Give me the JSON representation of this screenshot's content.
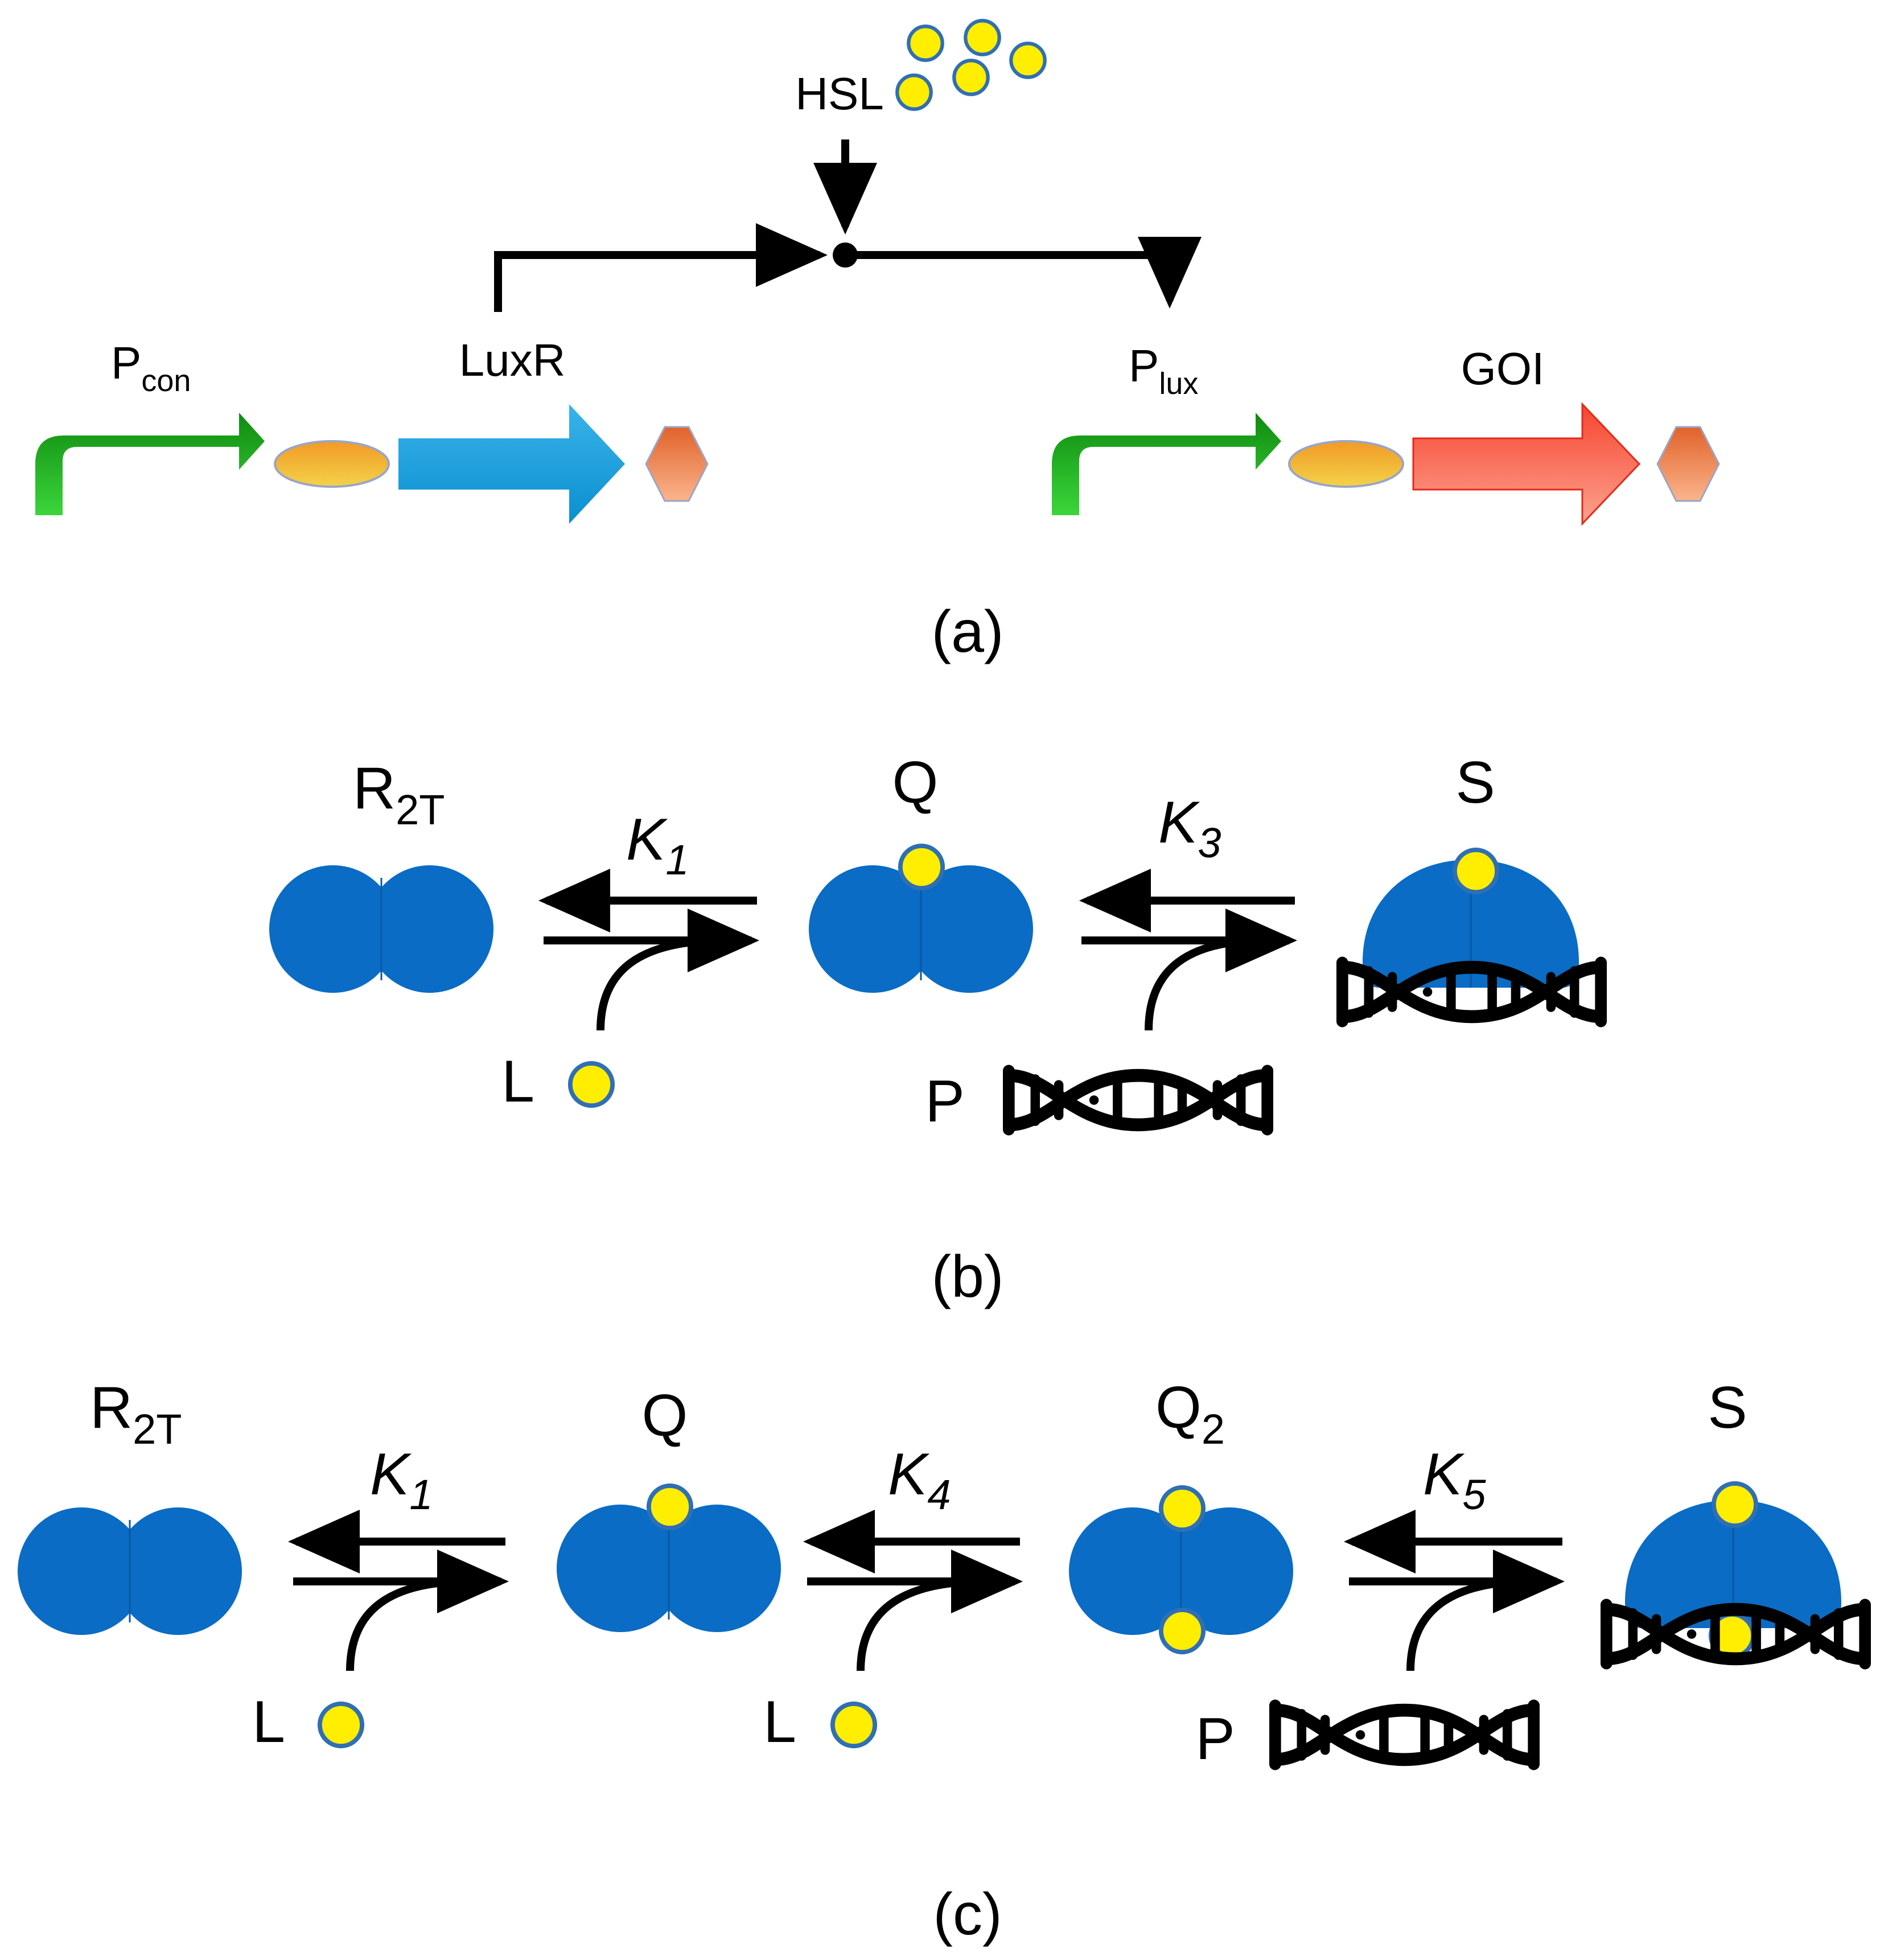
{
  "panel_a": {
    "caption": "(a)",
    "hsl_label": "HSL",
    "pcon_label": {
      "base": "P",
      "sub": "con"
    },
    "luxr_label": "LuxR",
    "plux_label": {
      "base": "P",
      "sub": "lux"
    },
    "goi_label": "GOI"
  },
  "panel_b": {
    "caption": "(b)",
    "r2t_label": {
      "base": "R",
      "sub": "2T"
    },
    "q_label": "Q",
    "s_label": "S",
    "k1_label": {
      "base": "K",
      "sub": "1"
    },
    "k3_label": {
      "base": "K",
      "sub": "3"
    },
    "l_label": "L",
    "p_label": "P"
  },
  "panel_c": {
    "caption": "(c)",
    "r2t_label": {
      "base": "R",
      "sub": "2T"
    },
    "q_label": "Q",
    "q2_label": {
      "base": "Q",
      "sub": "2"
    },
    "s_label": "S",
    "k1_label": {
      "base": "K",
      "sub": "1"
    },
    "k4_label": {
      "base": "K",
      "sub": "4"
    },
    "k5_label": {
      "base": "K",
      "sub": "5"
    },
    "l1_label": "L",
    "l2_label": "L",
    "p_label": "P"
  },
  "colors": {
    "protein_blue": "#0a6cc4",
    "ligand_yellow": "#ffee00",
    "ligand_outline": "#2f6fb4",
    "promoter_green": "#21a821",
    "rbs_orange": "#f0a42a",
    "luxr_blue": "#1d9ad8",
    "goi_red": "#f0453a",
    "terminator_orange": "#f07a3a"
  }
}
